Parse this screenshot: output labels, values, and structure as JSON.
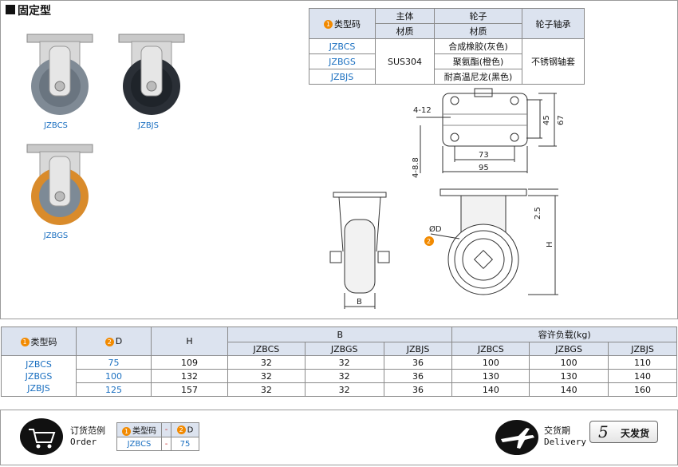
{
  "header": {
    "title": "固定型"
  },
  "photos": [
    {
      "label": "JZBCS"
    },
    {
      "label": "JZBJS"
    },
    {
      "label": "JZBGS"
    }
  ],
  "spec_table": {
    "h_type": "类型码",
    "h_body": "主体",
    "h_wheel": "轮子",
    "h_material": "材质",
    "h_bearing": "轮子轴承",
    "rows": [
      {
        "code": "JZBCS",
        "wheel": "合成橡胶(灰色)"
      },
      {
        "code": "JZBGS",
        "wheel": "聚氨酯(橙色)"
      },
      {
        "code": "JZBJS",
        "wheel": "耐高温尼龙(黑色)"
      }
    ],
    "body_material": "SUS304",
    "bearing": "不锈钢轴套"
  },
  "drawing": {
    "hole_label": "4-12",
    "slot_label": "4-8.8",
    "dim_45": "45",
    "dim_67": "67",
    "dim_73": "73",
    "dim_95": "95",
    "dim_25": "2.5",
    "dim_H": "H",
    "dim_B": "B",
    "dim_D": "ØD",
    "marker_2": "2"
  },
  "data_table": {
    "marker_1": "1",
    "marker_2": "2",
    "h_type": "类型码",
    "h_D": "D",
    "h_H": "H",
    "h_B": "B",
    "h_load": "容许负载(kg)",
    "sub": [
      "JZBCS",
      "JZBGS",
      "JZBJS",
      "JZBCS",
      "JZBGS",
      "JZBJS"
    ],
    "codes": [
      "JZBCS",
      "JZBGS",
      "JZBJS"
    ],
    "rows": [
      {
        "D": "75",
        "H": "109",
        "B1": "32",
        "B2": "32",
        "B3": "36",
        "L1": "100",
        "L2": "100",
        "L3": "110"
      },
      {
        "D": "100",
        "H": "132",
        "B1": "32",
        "B2": "32",
        "B3": "36",
        "L1": "130",
        "L2": "130",
        "L3": "140"
      },
      {
        "D": "125",
        "H": "157",
        "B1": "32",
        "B2": "32",
        "B3": "36",
        "L1": "140",
        "L2": "140",
        "L3": "160"
      }
    ]
  },
  "order": {
    "title": "订货范例",
    "title_en": "Order",
    "h_type": "类型码",
    "dash": "-",
    "h_D": "D",
    "example_code": "JZBCS",
    "example_D": "75",
    "delivery": "交货期",
    "delivery_en": "Delivery",
    "days": "5",
    "days_label": "天发货"
  },
  "colors": {
    "accent_orange": "#f28a00",
    "header_blue": "#dce3ef",
    "code_blue": "#1a6fc0"
  }
}
